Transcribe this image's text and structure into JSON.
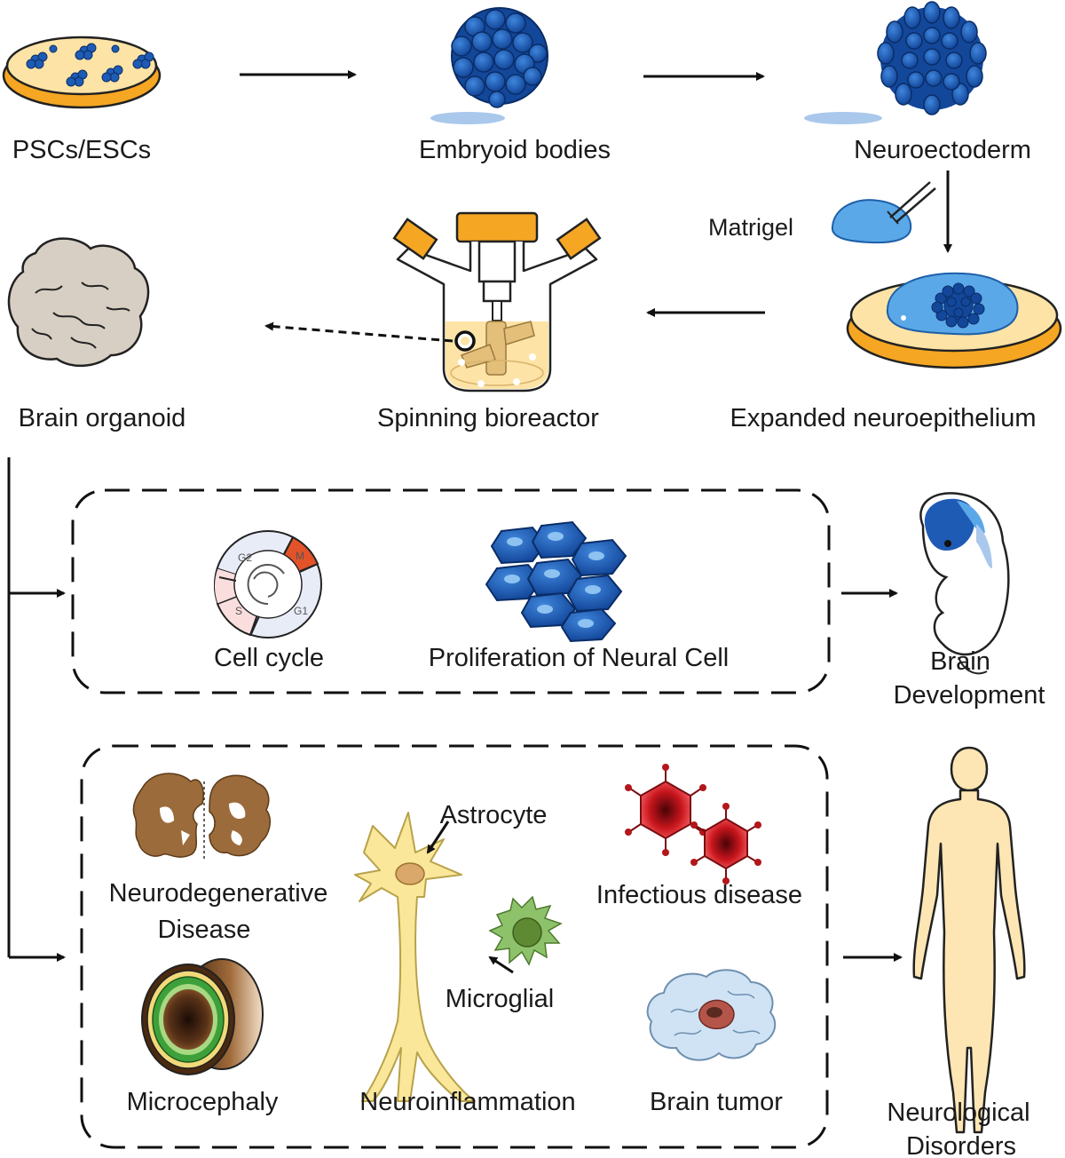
{
  "steps": {
    "pscs": "PSCs/ESCs",
    "embryoid": "Embryoid bodies",
    "neuroectoderm": "Neuroectoderm",
    "matrigel": "Matrigel",
    "expanded": "Expanded neuroepithelium",
    "bioreactor": "Spinning bioreactor",
    "organoid": "Brain organoid"
  },
  "development": {
    "cell_cycle": "Cell cycle",
    "phases": {
      "g2": "G2",
      "m": "M",
      "s": "S",
      "g1": "G1"
    },
    "proliferation": "Proliferation of Neural Cell",
    "outcome_line1": "Brain",
    "outcome_line2": "Development"
  },
  "disorders": {
    "neurodegenerative_line1": "Neurodegenerative",
    "neurodegenerative_line2": "Disease",
    "astrocyte": "Astrocyte",
    "microglial": "Microglial",
    "infectious": "Infectious disease",
    "microcephaly": "Microcephaly",
    "neuroinflammation": "Neuroinflammation",
    "tumor": "Brain tumor",
    "outcome_line1": "Neurological",
    "outcome_line2": "Disorders"
  },
  "colors": {
    "cell_blue": "#1e5bb5",
    "dish_orange": "#f5a623",
    "dish_fill": "#fde3a6",
    "matrigel_blue": "#5aa8e8",
    "body_skin": "#fde6b3",
    "astrocyte": "#fbe79a",
    "microglia": "#8dc26b",
    "virus_red": "#b3161b",
    "tumor_blue": "#cfe3f5",
    "brain_gray": "#d7cfc3",
    "brown": "#9c6b3b"
  }
}
